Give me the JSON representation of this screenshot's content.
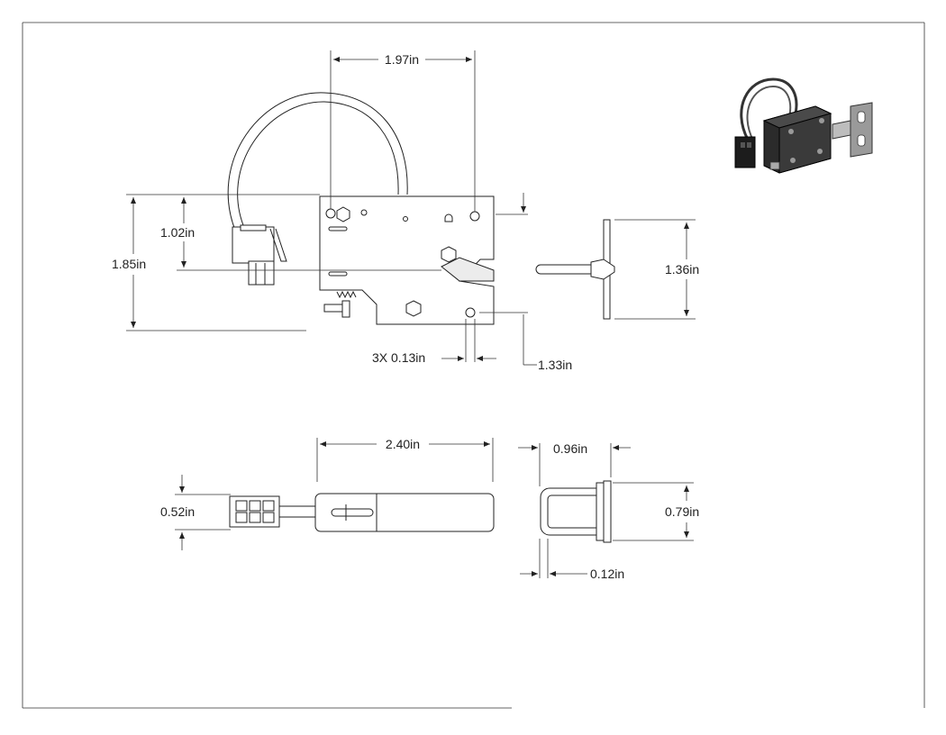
{
  "dimensions": {
    "top_width": "1.97in",
    "connector_offset": "1.02in",
    "overall_height": "1.85in",
    "strike_height": "1.36in",
    "hole_diameter": "3X 0.13in",
    "hole_spacing": "1.33in",
    "body_length": "2.40in",
    "connector_width": "0.52in",
    "strike_depth": "0.96in",
    "strike_width": "0.79in",
    "plate_thickness": "0.12in"
  },
  "colors": {
    "line": "#222222",
    "render_body": "#2b2b2b",
    "render_metal": "#9a9a9a"
  }
}
